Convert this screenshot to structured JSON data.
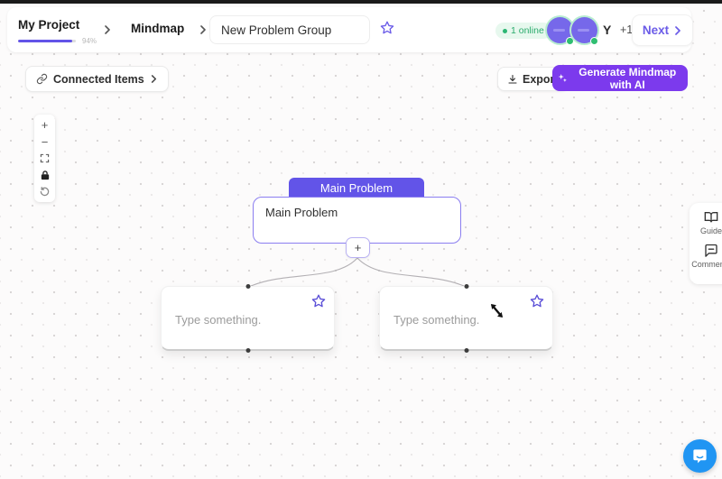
{
  "header": {
    "project": {
      "label": "My Project",
      "progress_text": "94%",
      "progress_percent": 94
    },
    "section_label": "Mindmap",
    "group_input": {
      "value": "New Problem Group"
    },
    "presence": {
      "online_badge": "1 online",
      "user_initial": "Y",
      "overflow_count": "+1"
    },
    "next_label": "Next"
  },
  "toolbar": {
    "connected_items_label": "Connected Items",
    "export_label": "Export",
    "generate_label": "Generate Mindmap with AI"
  },
  "zoom_controls": {
    "zoom_in": "+",
    "zoom_out": "−"
  },
  "mindmap": {
    "main_node": {
      "tab_label": "Main Problem",
      "content": "Main Problem"
    },
    "add_button": "+",
    "children": [
      {
        "placeholder": "Type something."
      },
      {
        "placeholder": "Type something."
      }
    ]
  },
  "side_panel": {
    "guide_label": "Guide",
    "comments_label": "Comments"
  },
  "colors": {
    "accent_purple": "#6254e8",
    "generate_purple": "#7c3aed",
    "online_green": "#2bab6d",
    "chat_blue": "#2095f3"
  }
}
